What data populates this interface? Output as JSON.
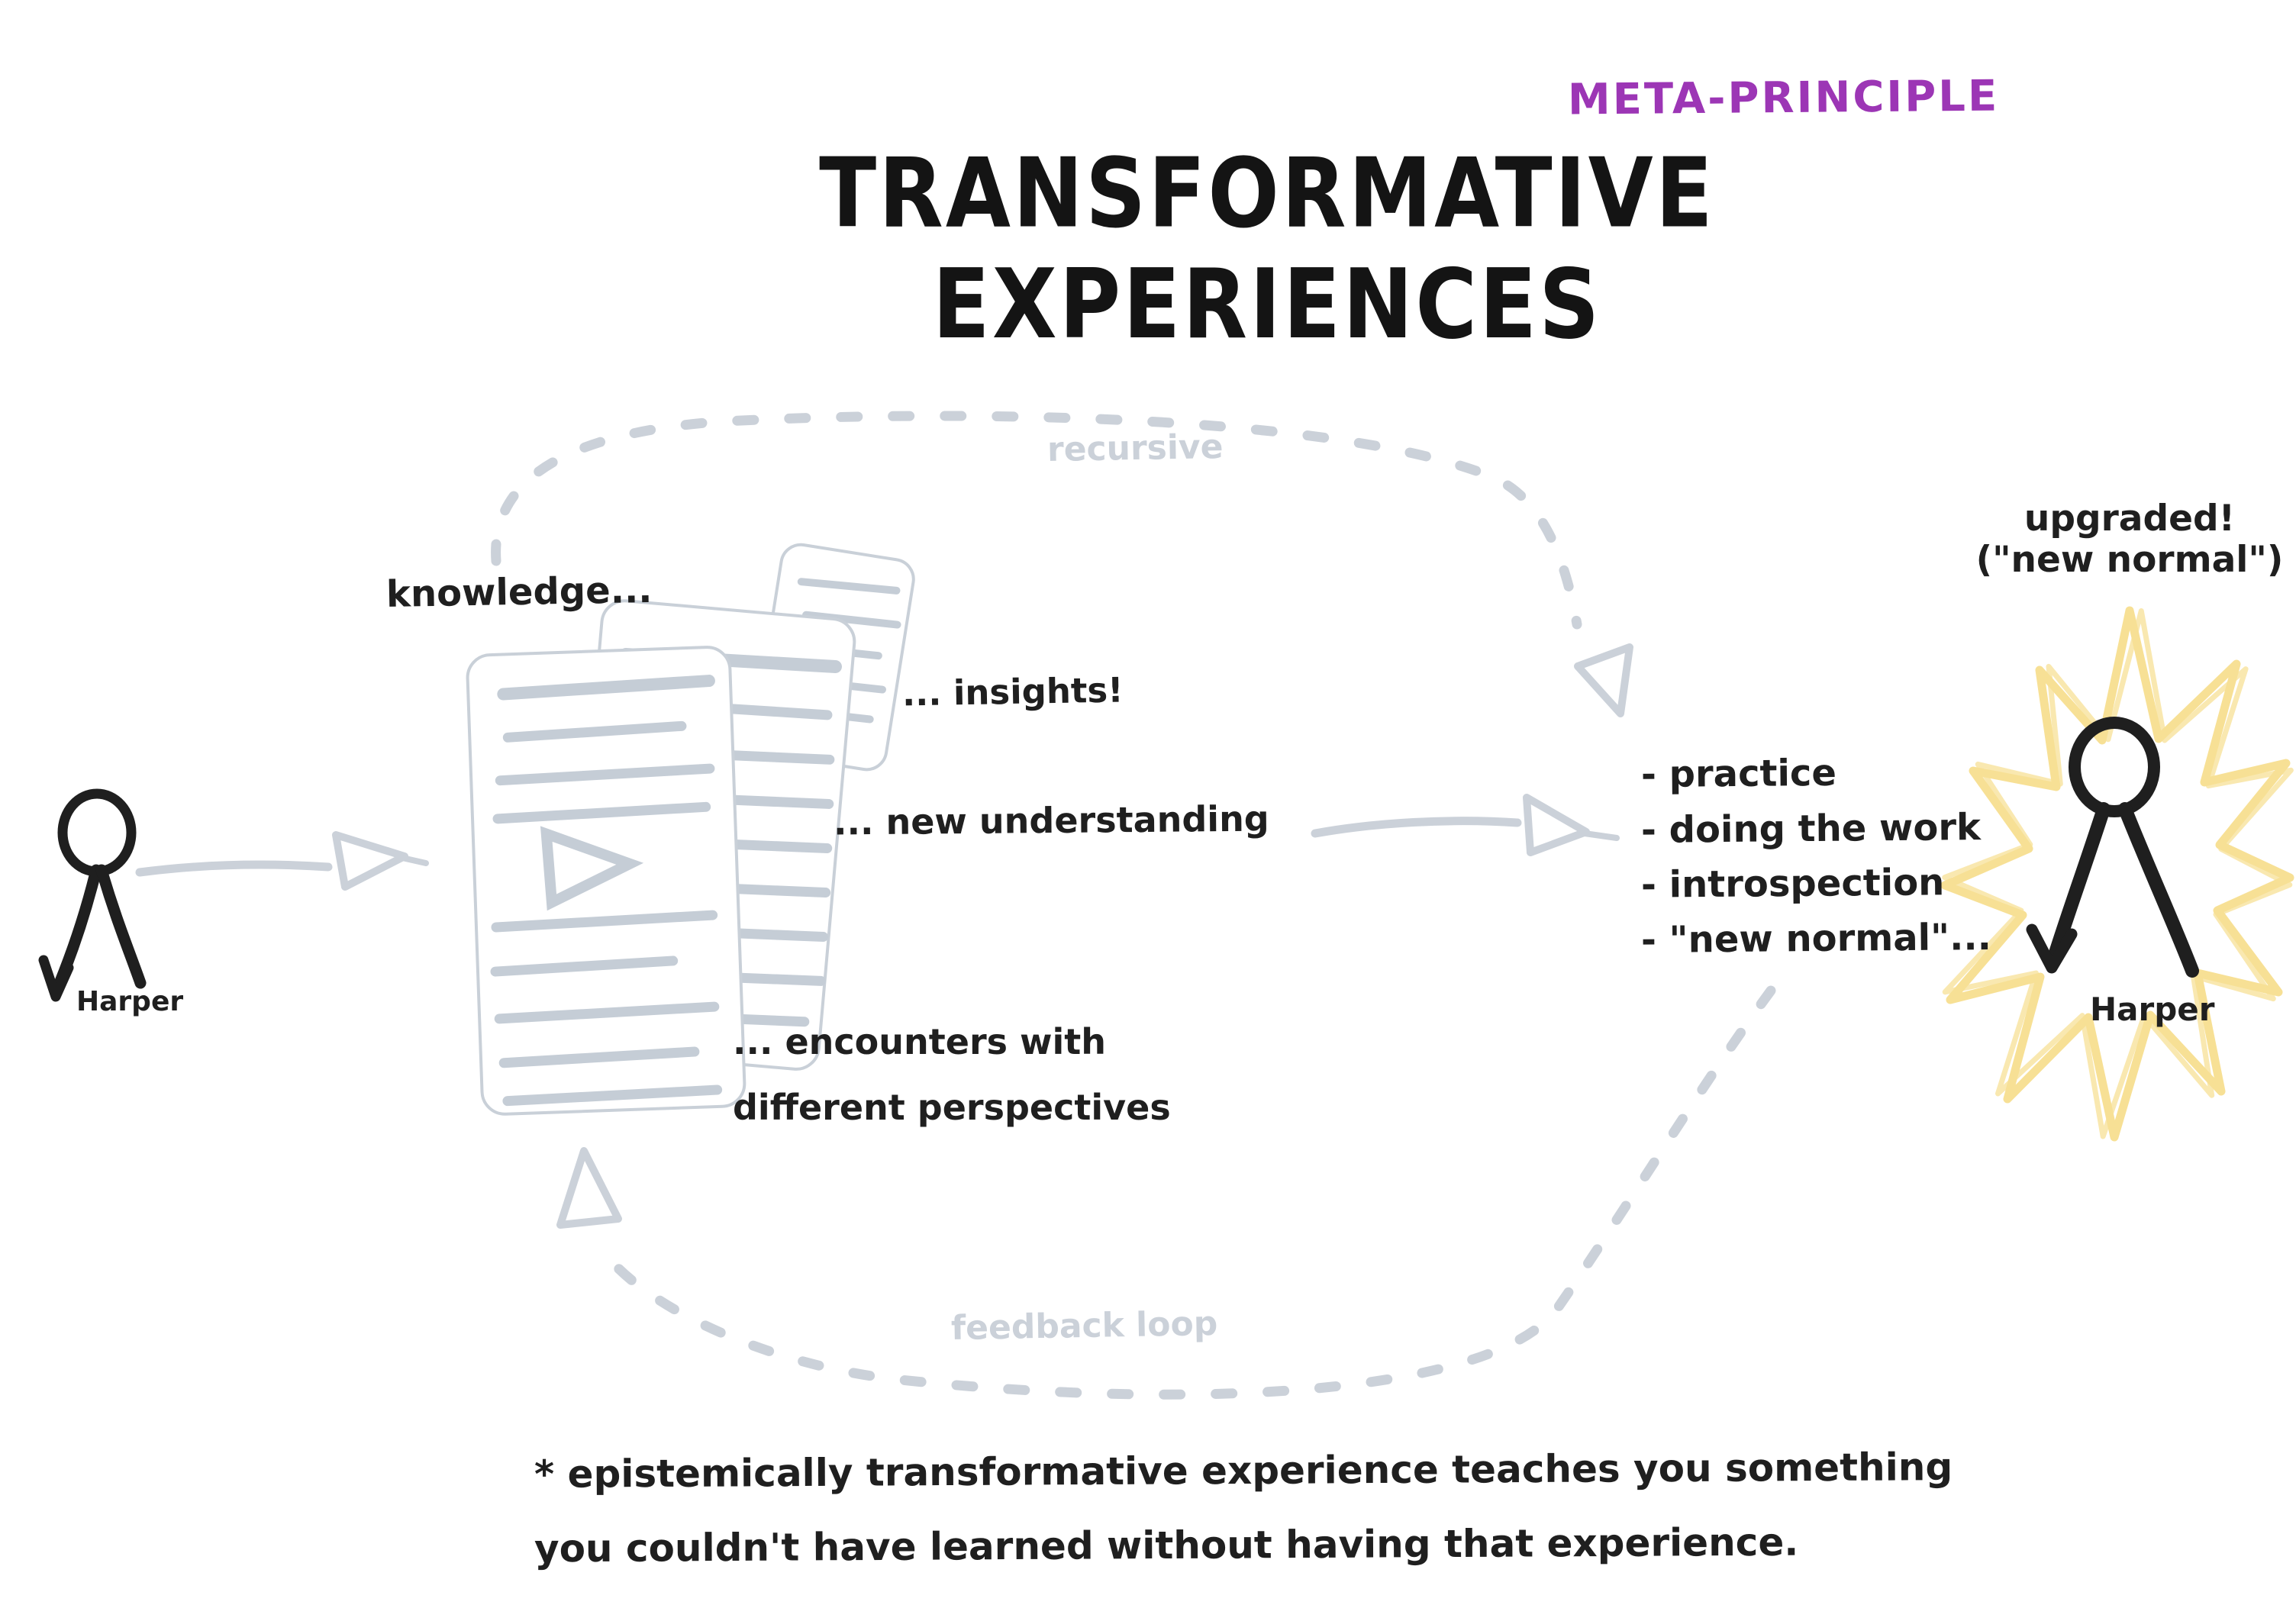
{
  "badge": "META-PRINCIPLE",
  "title": "TRANSFORMATIVE EXPERIENCES",
  "labels": {
    "knowledge": "knowledge...",
    "insights": "... insights!",
    "new_understanding": "... new understanding",
    "encounters_line1": "... encounters with",
    "encounters_line2": "different perspectives",
    "recursive": "recursive",
    "feedback_loop": "feedback loop"
  },
  "left_figure": {
    "name": "Harper"
  },
  "right_figure": {
    "name": "Harper",
    "upgraded_line1": "upgraded!",
    "upgraded_line2": "(\"new normal\")"
  },
  "practice_list": [
    "- practice",
    "- doing the work",
    "- introspection",
    "- \"new normal\"..."
  ],
  "footnote": {
    "line1": "* epistemically transformative experience teaches you something",
    "line2": "you couldn't have learned without having that experience."
  },
  "colors": {
    "ink": "#1F1F1F",
    "accent_purple": "#9C36B5",
    "sketch_gray": "#CBD1D9",
    "doc_line_gray": "#C5CDD6",
    "star_yellow": "#F7E095"
  }
}
